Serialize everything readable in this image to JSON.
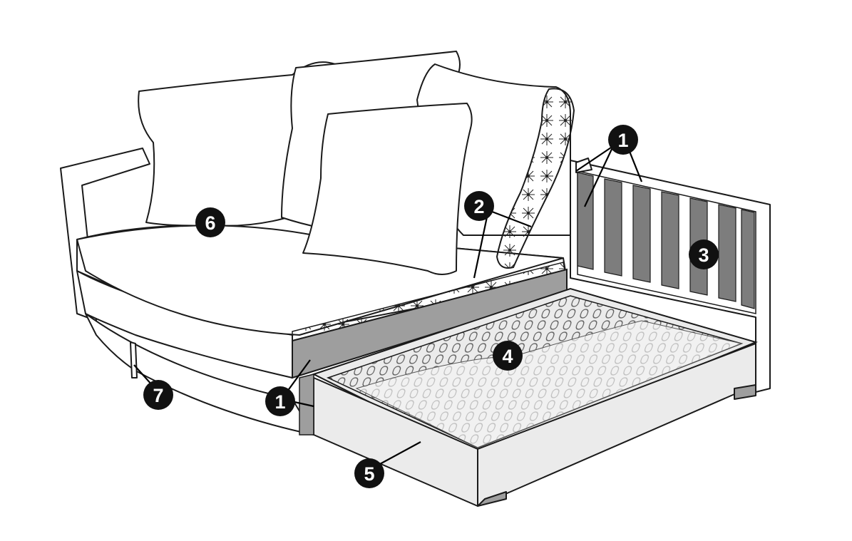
{
  "colors": {
    "outline": "#1a1a1a",
    "frame_grey": "#9e9e9e",
    "slat_grey": "#7d7d7d",
    "tray_light": "#ebebeb",
    "mattress_fill": "#f4f4f4",
    "badge": "#111111",
    "badge_text": "#ffffff"
  },
  "callouts": [
    {
      "id": "1a",
      "label": "1"
    },
    {
      "id": "1b",
      "label": "1"
    },
    {
      "id": "2",
      "label": "2"
    },
    {
      "id": "3",
      "label": "3"
    },
    {
      "id": "4",
      "label": "4"
    },
    {
      "id": "5",
      "label": "5"
    },
    {
      "id": "6",
      "label": "6"
    },
    {
      "id": "7",
      "label": "7"
    }
  ]
}
